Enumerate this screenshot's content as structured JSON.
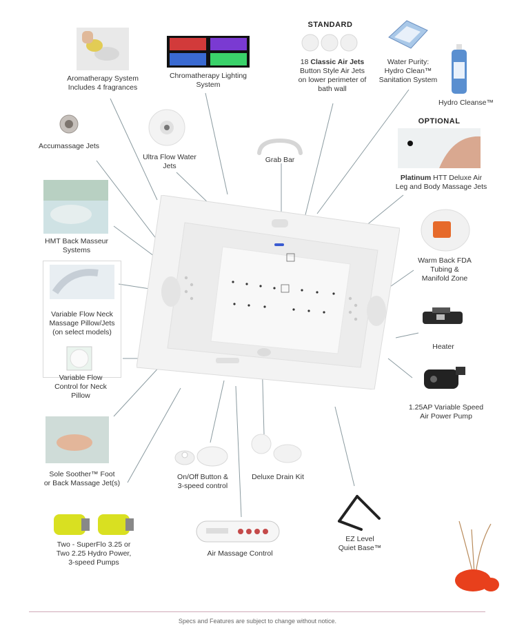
{
  "labels": {
    "aromatherapy": "Aromatherapy System\nIncludes 4 fragrances",
    "chromatherapy": "Chromatherapy Lighting\nSystem",
    "standard_heading": "STANDARD",
    "classic_prefix": "18 ",
    "classic_bold": "Classic Air Jets",
    "classic_rest": "Button Style Air Jets\non lower perimeter of\nbath wall",
    "water_purity": "Water Purity:\nHydro Clean™\nSanitation System",
    "hydro_cleanse": "Hydro Cleanse™",
    "optional_heading": "OPTIONAL",
    "platinum_bold": "Platinum",
    "platinum_rest": " HTT Deluxe Air\nLeg and Body Massage Jets",
    "accumassage": "Accumassage Jets",
    "ultra_flow": "Ultra Flow Water\nJets",
    "grab_bar": "Grab Bar",
    "hmt_back": "HMT Back Masseur\nSystems",
    "warm_back": "Warm Back FDA\nTubing &\nManifold Zone",
    "neck_pillow": "Variable Flow Neck\nMassage Pillow/Jets\n(on select models)",
    "heater": "Heater",
    "flow_control": "Variable Flow\nControl  for Neck\nPillow",
    "air_pump": "1.25AP Variable Speed\nAir Power Pump",
    "sole_soother": "Sole Soother™ Foot\nor Back Massage Jet(s)",
    "onoff": "On/Off Button &\n3-speed control",
    "drain": "Deluxe Drain Kit",
    "pumps": "Two - SuperFlo 3.25 or\nTwo 2.25 Hydro Power,\n3-speed Pumps",
    "air_control": "Air Massage Control",
    "ez_level": "EZ Level\nQuiet Base™"
  },
  "footer": "Specs and Features are subject to change without notice.",
  "colors": {
    "tub": "#f2f2f2",
    "leader": "#8a9aa0",
    "footer_rule": "#cfa8b6",
    "pump_yellow": "#d9e021",
    "vase_red": "#e8401c"
  }
}
